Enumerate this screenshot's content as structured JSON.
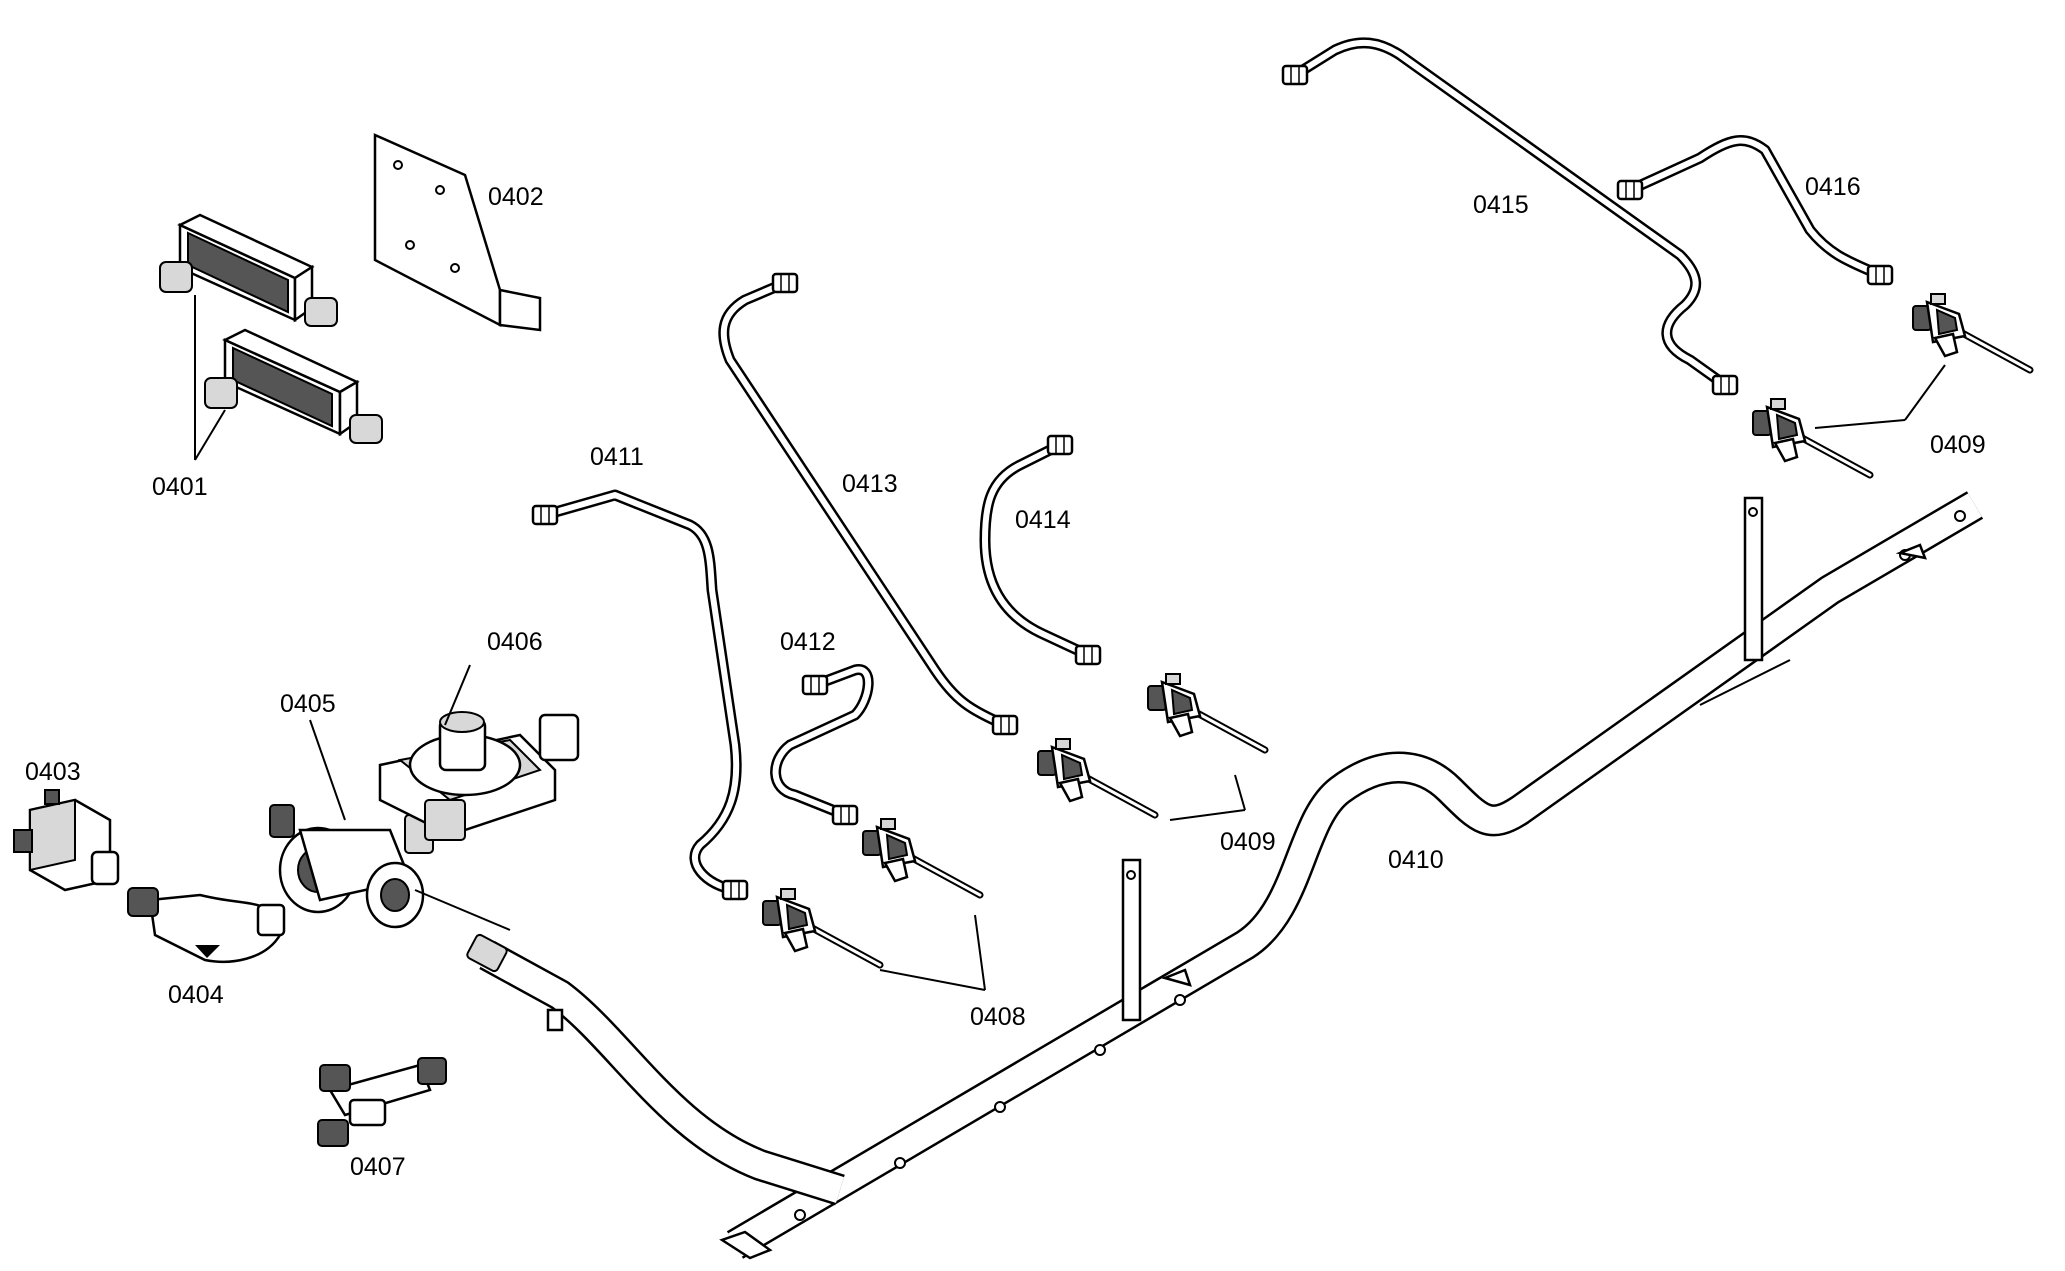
{
  "labels": {
    "l0401": "0401",
    "l0402": "0402",
    "l0403": "0403",
    "l0404": "0404",
    "l0405": "0405",
    "l0406": "0406",
    "l0407": "0407",
    "l0408": "0408",
    "l0409a": "0409",
    "l0409b": "0409",
    "l0410": "0410",
    "l0411": "0411",
    "l0412": "0412",
    "l0413": "0413",
    "l0414": "0414",
    "l0415": "0415",
    "l0416": "0416"
  }
}
